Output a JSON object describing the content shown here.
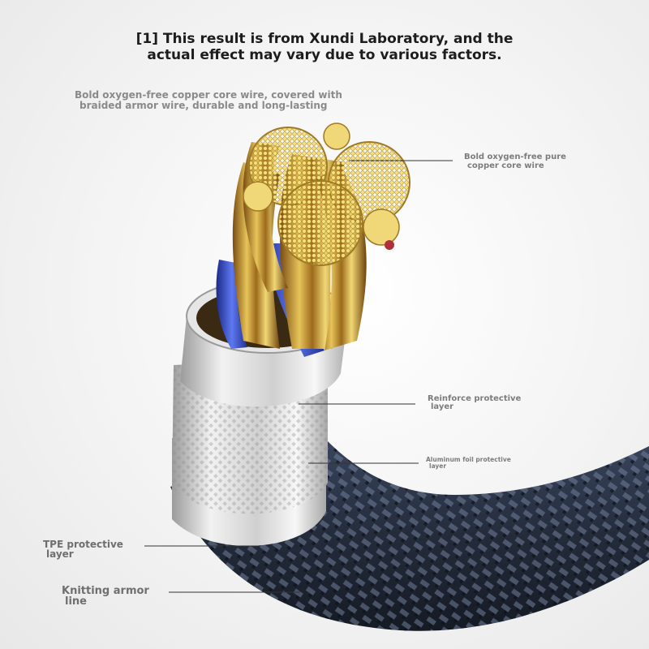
{
  "title_lines": [
    "[1] This result is from Xundi Laboratory, and the",
    "actual effect may vary due to various factors."
  ],
  "subtitle_lines": [
    "Bold oxygen-free copper core wire, covered with",
    "braided armor wire, durable and long-lasting"
  ],
  "labels": {
    "copper_core": [
      "Bold oxygen-free pure",
      "copper core wire"
    ],
    "reinforce": [
      "Reinforce protective",
      "layer"
    ],
    "aluminum_foil": [
      "Aluminum foil protective",
      "layer"
    ],
    "tpe": [
      "TPE protective",
      "layer"
    ],
    "knitting": [
      "Knitting armor",
      "line"
    ]
  },
  "colors": {
    "copper": "#e8c65a",
    "blue_core": "#3f55c8",
    "silver": "#d9d9d9",
    "braid": "#2b3447",
    "leader_line": "#333333"
  }
}
